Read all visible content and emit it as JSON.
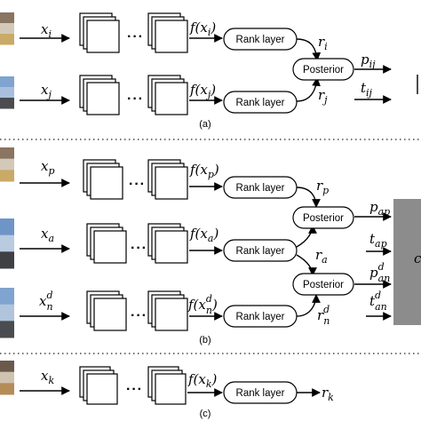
{
  "panel_a": {
    "caption": "(a)",
    "inputs": [
      "x",
      "x"
    ],
    "input_subs": [
      "i",
      "j"
    ],
    "features": [
      "f(x",
      "f(x"
    ],
    "rank_label": "Rank layer",
    "scores": [
      "r",
      "r"
    ],
    "score_subs": [
      "i",
      "j"
    ],
    "posterior_label": "Posterior",
    "outputs": [
      "p",
      "t"
    ],
    "output_subs": [
      "ij",
      "ij"
    ],
    "dots": "···"
  },
  "panel_b": {
    "caption": "(b)",
    "inputs": [
      "x",
      "x",
      "x"
    ],
    "input_subs": [
      "p",
      "a",
      "n"
    ],
    "input_sups": [
      "",
      "",
      "d"
    ],
    "features": [
      "f(x",
      "f(x",
      "f(x"
    ],
    "rank_label": "Rank layer",
    "scores": [
      "r",
      "r",
      "r"
    ],
    "score_subs": [
      "p",
      "a",
      "n"
    ],
    "score_sups": [
      "",
      "",
      "d"
    ],
    "posterior_label": "Posterior",
    "outputs": [
      "p",
      "t",
      "p",
      "t"
    ],
    "output_subs": [
      "ap",
      "ap",
      "an",
      "an"
    ],
    "output_sups": [
      "",
      "",
      "d",
      "d"
    ],
    "right_block_char": "c"
  },
  "panel_c": {
    "caption": "(c)",
    "input": "x",
    "input_sub": "k",
    "feature": "f(x",
    "rank_label": "Rank layer",
    "score": "r",
    "score_sub": "k"
  },
  "colors": {
    "stroke": "#000000",
    "right_block": "#8c8c8c"
  },
  "thumbnails": [
    {
      "name": "person-photo-icon",
      "colors": [
        "#8a7462",
        "#d4c9b8",
        "#c9aa66"
      ]
    },
    {
      "name": "street-photo-icon",
      "colors": [
        "#7fa4cf",
        "#a8c0dd",
        "#4a4c50"
      ]
    },
    {
      "name": "person-photo-icon",
      "colors": [
        "#8a7462",
        "#d4c9b8",
        "#c9aa66"
      ]
    },
    {
      "name": "street-photo-icon",
      "colors": [
        "#6f95c8",
        "#b8cbe0",
        "#3e4044"
      ]
    },
    {
      "name": "street-photo-icon",
      "colors": [
        "#7fa4cf",
        "#b0c4dc",
        "#4a4c50"
      ]
    },
    {
      "name": "person-photo-icon",
      "colors": [
        "#6b5a4c",
        "#cfc3b0",
        "#b48c58"
      ]
    }
  ]
}
